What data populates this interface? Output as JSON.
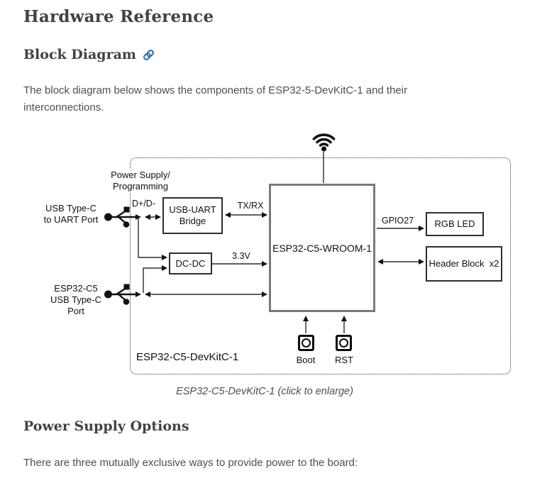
{
  "page_title": "Hardware Reference",
  "sections": {
    "block_diagram": {
      "heading": "Block Diagram",
      "intro": "The block diagram below shows the components of ESP32-5-DevKitC-1 and their interconnections."
    },
    "power_supply": {
      "heading": "Power Supply Options",
      "intro": "There are three mutually exclusive ways to provide power to the board:"
    }
  },
  "figure": {
    "caption": "ESP32-C5-DevKitC-1 (click to enlarge)",
    "board_label": "ESP32-C5-DevKitC-1",
    "blocks": {
      "usb_uart_bridge_line1": "USB-UART",
      "usb_uart_bridge_line2": "Bridge",
      "dcdc": "DC-DC",
      "wroom": "ESP32-C5-WROOM-1",
      "rgb_led": "RGB LED",
      "header_block": "Header Block  x2"
    },
    "labels": {
      "power_supply_line1": "Power Supply/",
      "power_supply_line2": "Programming",
      "uart_port_line1": "USB Type-C",
      "uart_port_line2": "to UART Port",
      "c5_port_line1": "ESP32-C5",
      "c5_port_line2": "USB Type-C",
      "c5_port_line3": "Port",
      "dpdm": "D+/D-",
      "txrx": "TX/RX",
      "v33": "3.3V",
      "gpio": "GPIO27",
      "boot": "Boot",
      "rst": "RST"
    },
    "icons": {
      "wifi": "wifi-antenna-icon",
      "usb": "usb-trident-icon",
      "link": "headerlink-chain-icon"
    }
  },
  "colors": {
    "heading": "#3e4349",
    "body_text": "#4b4f54",
    "link_icon": "#3273a8",
    "diagram_line": "#1a1a1a",
    "wroom_border": "#7a7a7a"
  }
}
